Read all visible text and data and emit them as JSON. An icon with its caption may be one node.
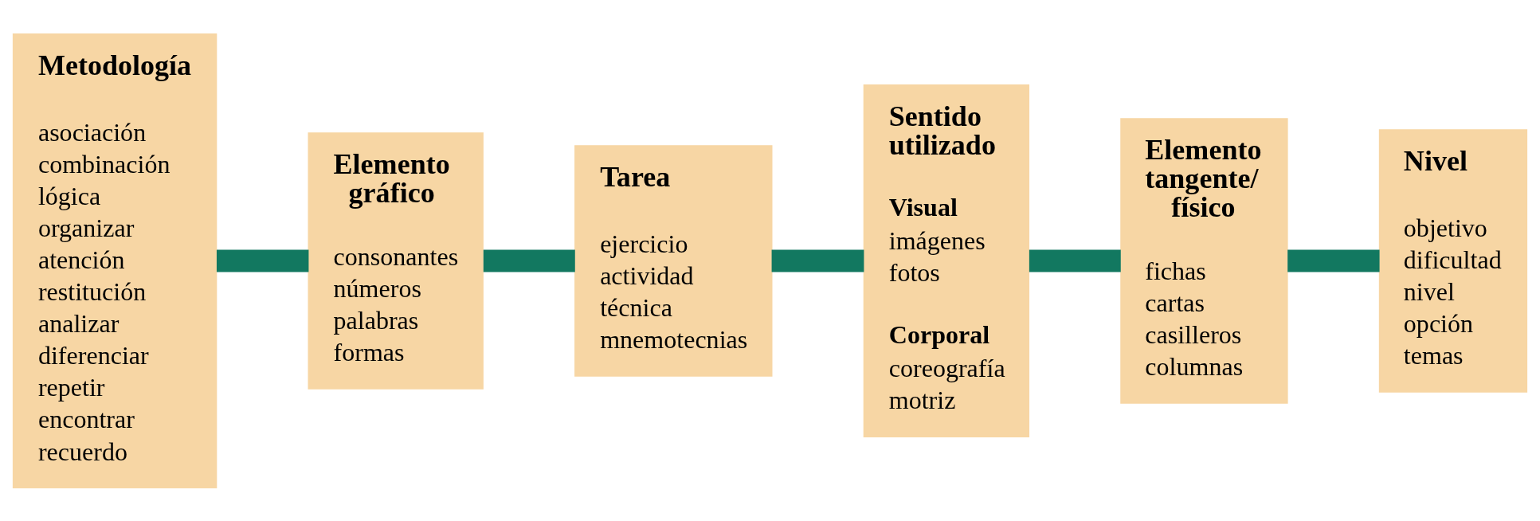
{
  "diagram": {
    "nodes": [
      {
        "text": [
          "Metodología",
          "asociación",
          "combinación",
          "lógica",
          "organizar",
          "atención",
          "restitución",
          "analizar",
          "diferenciar",
          "repetir",
          "encontrar",
          "recuerdo"
        ]
      },
      {
        "text": [
          "Elemento gráfico",
          "consonantes",
          "números",
          "palabras",
          "formas"
        ]
      },
      {
        "text": [
          "Tarea",
          "ejercicio",
          "actividad",
          "técnica",
          "mnemotecnias"
        ]
      },
      {
        "text": [
          "Sentido utilizado",
          "Visual",
          "imágenes",
          "fotos",
          "Corporal",
          "coreografía",
          "motriz"
        ]
      },
      {
        "text": [
          "Elemento tangente/ físico",
          "fichas",
          "cartas",
          "casilleros",
          "columnas"
        ]
      },
      {
        "text": [
          "Nivel",
          "objetivo",
          "dificultad",
          "nivel",
          "opción",
          "temas"
        ]
      }
    ],
    "edges": [
      {
        "from": 0,
        "to": 1,
        "arrow": "none"
      },
      {
        "from": 1,
        "to": 2,
        "arrow": "none"
      },
      {
        "from": 2,
        "to": 3,
        "arrow": "none"
      },
      {
        "from": 3,
        "to": 4,
        "arrow": "none"
      },
      {
        "from": 4,
        "to": 5,
        "arrow": "none"
      }
    ]
  }
}
